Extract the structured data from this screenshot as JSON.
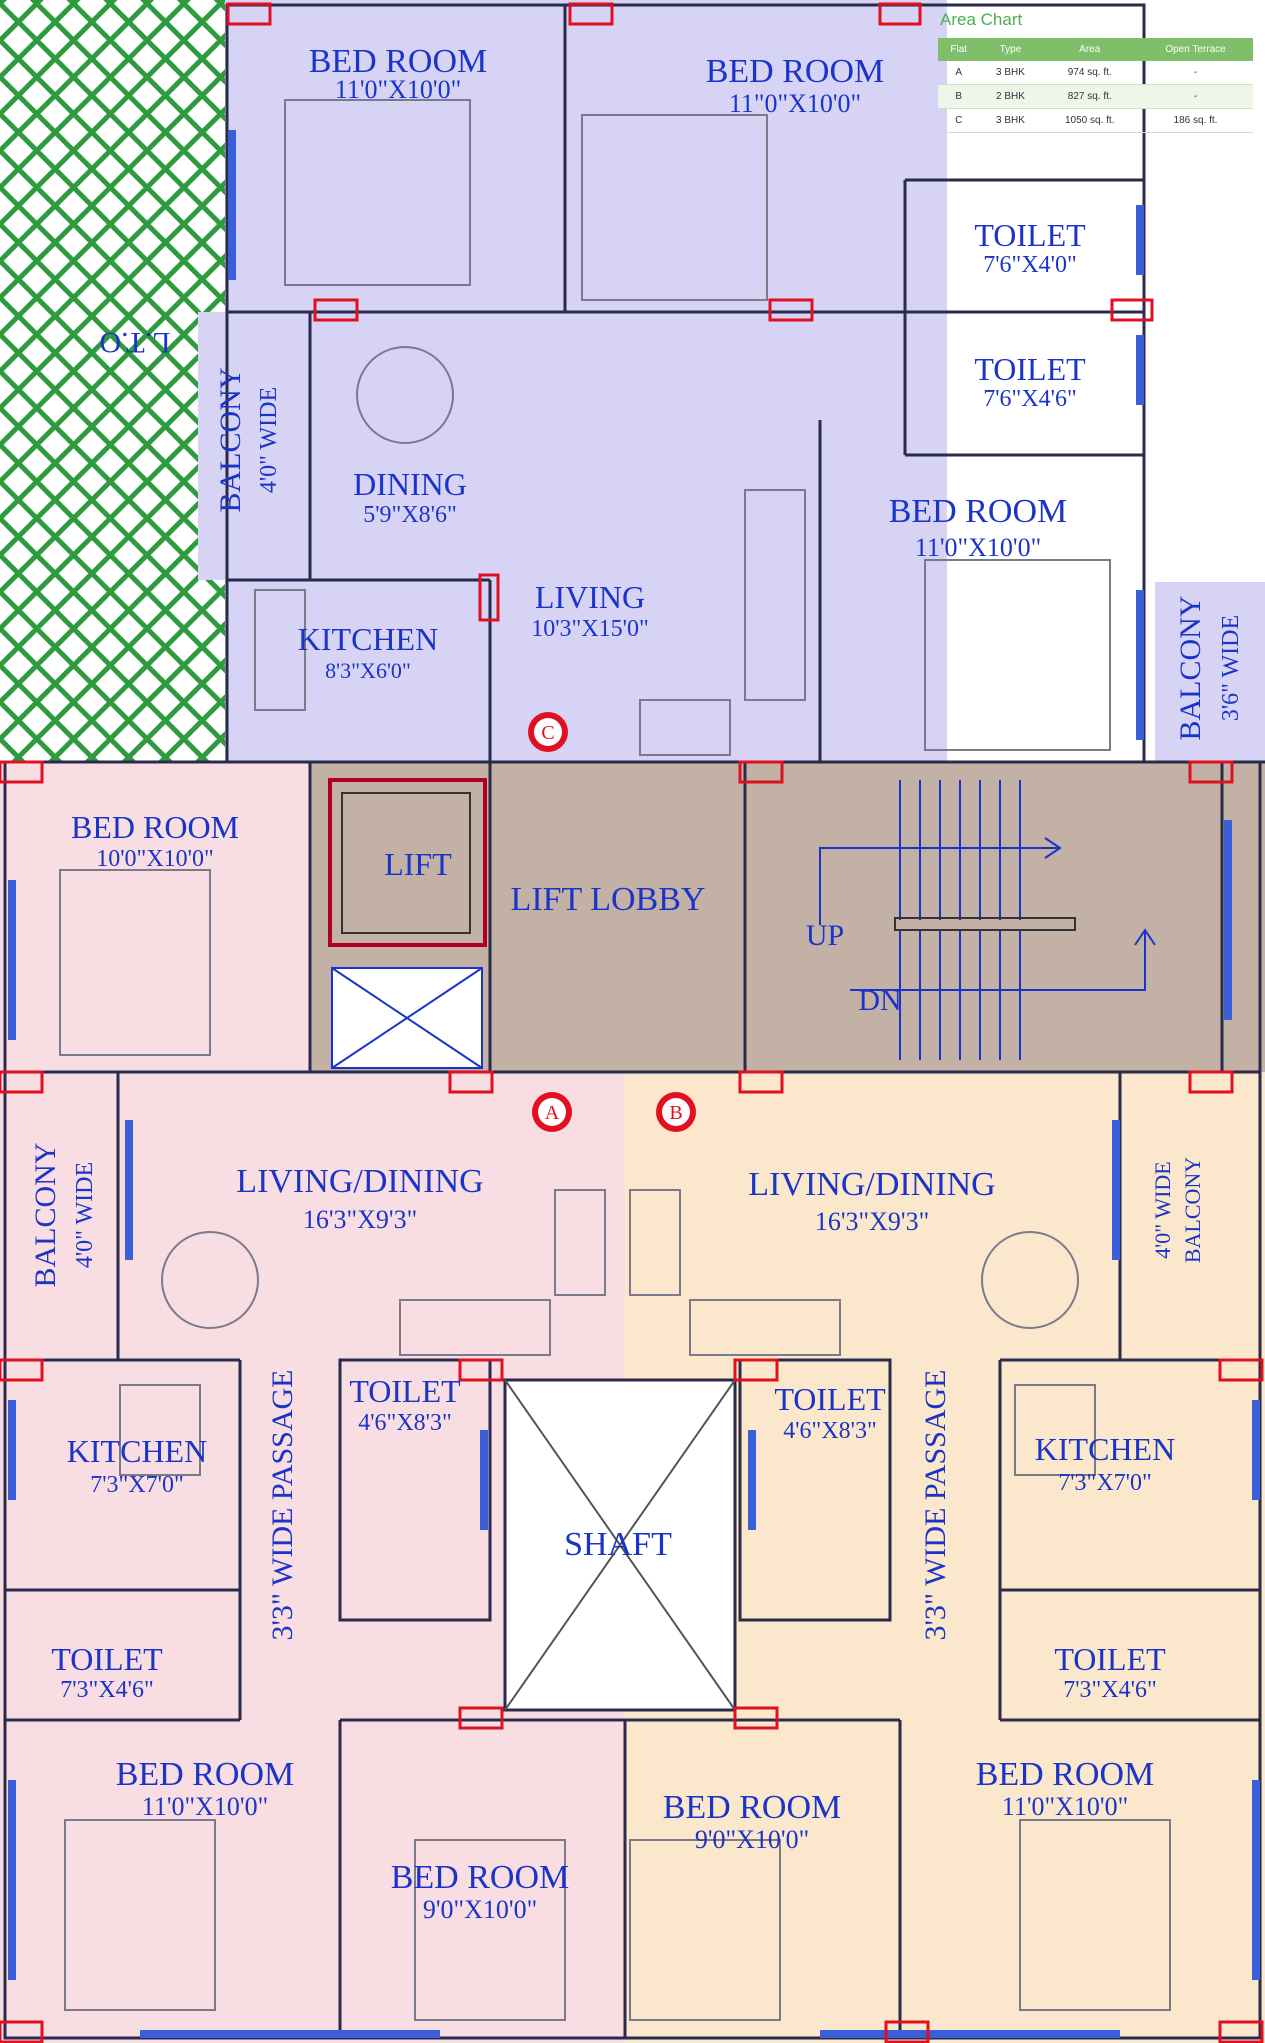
{
  "colors": {
    "flat_c": "#d7d3f5",
    "flat_a": "#f8dde3",
    "flat_b": "#fbe8cc",
    "lobby": "#c3b1a5",
    "lto": "#2e9b3e",
    "label": "#1b34c8",
    "chart_green": "#7fbf6a"
  },
  "area_chart": {
    "title": "Area Chart",
    "headers": [
      "Flat",
      "Type",
      "Area",
      "Open Terrace"
    ],
    "rows": [
      [
        "A",
        "3 BHK",
        "974 sq. ft.",
        "-"
      ],
      [
        "B",
        "2 BHK",
        "827 sq. ft.",
        "-"
      ],
      [
        "C",
        "3 BHK",
        "1050 sq. ft.",
        "186 sq. ft."
      ]
    ]
  },
  "markers": {
    "a": "A",
    "b": "B",
    "c": "C"
  },
  "labels": {
    "lto": "L.T.O",
    "c_bed1": "BED ROOM",
    "c_bed1_dim": "11'0\"X10'0\"",
    "c_bed2": "BED ROOM",
    "c_bed2_dim": "11\"0\"X10'0\"",
    "c_toilet1": "TOILET",
    "c_toilet1_dim": "7'6\"X4'0\"",
    "c_toilet2": "TOILET",
    "c_toilet2_dim": "7'6\"X4'6\"",
    "c_bed3": "BED ROOM",
    "c_bed3_dim": "11'0\"X10'0\"",
    "c_balcony_left": "BALCONY",
    "c_balcony_left_dim": "4'0\" WIDE",
    "c_dining": "DINING",
    "c_dining_dim": "5'9\"X8'6\"",
    "c_living": "LIVING",
    "c_living_dim": "10'3\"X15'0\"",
    "c_kitchen": "KITCHEN",
    "c_kitchen_dim": "8'3\"X6'0\"",
    "c_balcony_right": "BALCONY",
    "c_balcony_right_dim": "3'6\" WIDE",
    "lift": "LIFT",
    "lift_lobby": "LIFT LOBBY",
    "up": "UP",
    "dn": "DN",
    "a_bed1": "BED ROOM",
    "a_bed1_dim": "10'0\"X10'0\"",
    "a_balcony": "BALCONY",
    "a_balcony_dim": "4'0\" WIDE",
    "a_living": "LIVING/DINING",
    "a_living_dim": "16'3\"X9'3\"",
    "a_kitchen": "KITCHEN",
    "a_kitchen_dim": "7'3\"X7'0\"",
    "a_toilet1": "TOILET",
    "a_toilet1_dim": "7'3\"X4'6\"",
    "a_passage": "3'3\" WIDE PASSAGE",
    "a_toilet2": "TOILET",
    "a_toilet2_dim": "4'6\"X8'3\"",
    "a_bed2": "BED ROOM",
    "a_bed2_dim": "11'0\"X10'0\"",
    "a_bed3": "BED ROOM",
    "a_bed3_dim": "9'0\"X10'0\"",
    "shaft": "SHAFT",
    "b_living": "LIVING/DINING",
    "b_living_dim": "16'3\"X9'3\"",
    "b_balcony_dim": "4'0\" WIDE",
    "b_balcony": "BALCONY",
    "b_toilet1": "TOILET",
    "b_toilet1_dim": "4'6\"X8'3\"",
    "b_passage": "3'3\" WIDE PASSAGE",
    "b_kitchen": "KITCHEN",
    "b_kitchen_dim": "7'3\"X7'0\"",
    "b_toilet2": "TOILET",
    "b_toilet2_dim": "7'3\"X4'6\"",
    "b_bed1": "BED ROOM",
    "b_bed1_dim": "9'0\"X10'0\"",
    "b_bed2": "BED ROOM",
    "b_bed2_dim": "11'0\"X10'0\""
  }
}
